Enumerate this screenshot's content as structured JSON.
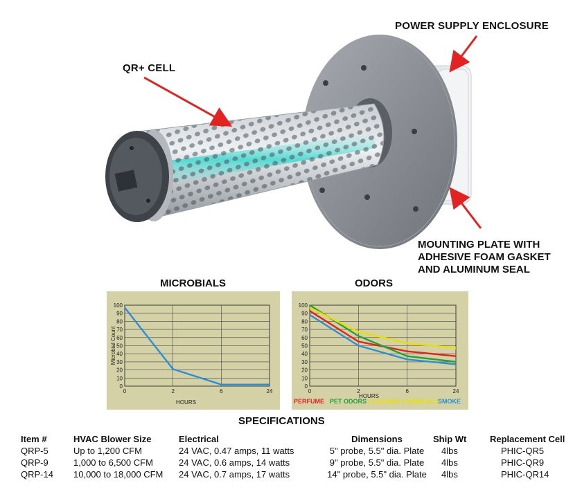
{
  "callouts": {
    "qr_cell": "QR+ CELL",
    "power_supply": "POWER SUPPLY ENCLOSURE",
    "mounting_plate": [
      "MOUNTING PLATE WITH",
      "ADHESIVE FOAM GASKET",
      "AND ALUMINUM SEAL"
    ]
  },
  "colors": {
    "arrow": "#e32222",
    "panel": "#d3d1a5",
    "plate": "#8a8d93"
  },
  "chart_data": [
    {
      "type": "line",
      "title": "MICROBIALS",
      "xlabel": "HOURS",
      "ylabel": "Microbial Count",
      "ylim": [
        0,
        100
      ],
      "xticks": [
        "0",
        "2",
        "6",
        "24"
      ],
      "yticks": [
        "0",
        "10",
        "20",
        "30",
        "40",
        "50",
        "60",
        "70",
        "80",
        "90",
        "100"
      ],
      "grid": true,
      "series": [
        {
          "color": "#2a8fd6",
          "points": [
            [
              0,
              97
            ],
            [
              1,
              21
            ],
            [
              2,
              2
            ],
            [
              3,
              2
            ]
          ]
        }
      ]
    },
    {
      "type": "line",
      "title": "ODORS",
      "xlabel": "HOURS",
      "ylim": [
        0,
        100
      ],
      "xticks": [
        "0",
        "2",
        "6",
        "24"
      ],
      "yticks": [
        "0",
        "10",
        "20",
        "30",
        "40",
        "50",
        "60",
        "70",
        "80",
        "90",
        "100"
      ],
      "grid": true,
      "legend": [
        "PERFUME",
        "PET ODORS",
        "CLEANING CHEMICALS",
        "SMOKE"
      ],
      "legend_colors": [
        "#e32222",
        "#22a03a",
        "#e8e000",
        "#2a8fd6"
      ],
      "series": [
        {
          "name": "PERFUME",
          "color": "#e32222",
          "points": [
            [
              0,
              93
            ],
            [
              1,
              55
            ],
            [
              2,
              43
            ],
            [
              3,
              37
            ]
          ]
        },
        {
          "name": "PET ODORS",
          "color": "#22a03a",
          "points": [
            [
              0,
              100
            ],
            [
              1,
              62
            ],
            [
              2,
              37
            ],
            [
              3,
              30
            ]
          ]
        },
        {
          "name": "CLEANING CHEMICALS",
          "color": "#e8e000",
          "points": [
            [
              0,
              97
            ],
            [
              1,
              67
            ],
            [
              2,
              53
            ],
            [
              3,
              47
            ]
          ]
        },
        {
          "name": "SMOKE",
          "color": "#2a8fd6",
          "points": [
            [
              0,
              88
            ],
            [
              1,
              50
            ],
            [
              2,
              33
            ],
            [
              3,
              27
            ]
          ]
        }
      ]
    }
  ],
  "specs": {
    "title": "SPECIFICATIONS",
    "headers": [
      "Item #",
      "HVAC Blower Size",
      "Electrical",
      "Dimensions",
      "Ship Wt",
      "Replacement Cell"
    ],
    "rows": [
      [
        "QRP-5",
        "Up to 1,200 CFM",
        "24 VAC, 0.47 amps, 11 watts",
        "5\" probe, 5.5\" dia. Plate",
        "4lbs",
        "PHIC-QR5"
      ],
      [
        "QRP-9",
        "1,000 to 6,500 CFM",
        "24 VAC, 0.6 amps, 14 watts",
        "9\" probe, 5.5\" dia. Plate",
        "4lbs",
        "PHIC-QR9"
      ],
      [
        "QRP-14",
        "10,000 to 18,000 CFM",
        "24 VAC, 0.7 amps, 17 watts",
        "14\" probe, 5.5\" dia. Plate",
        "4lbs",
        "PHIC-QR14"
      ]
    ]
  }
}
